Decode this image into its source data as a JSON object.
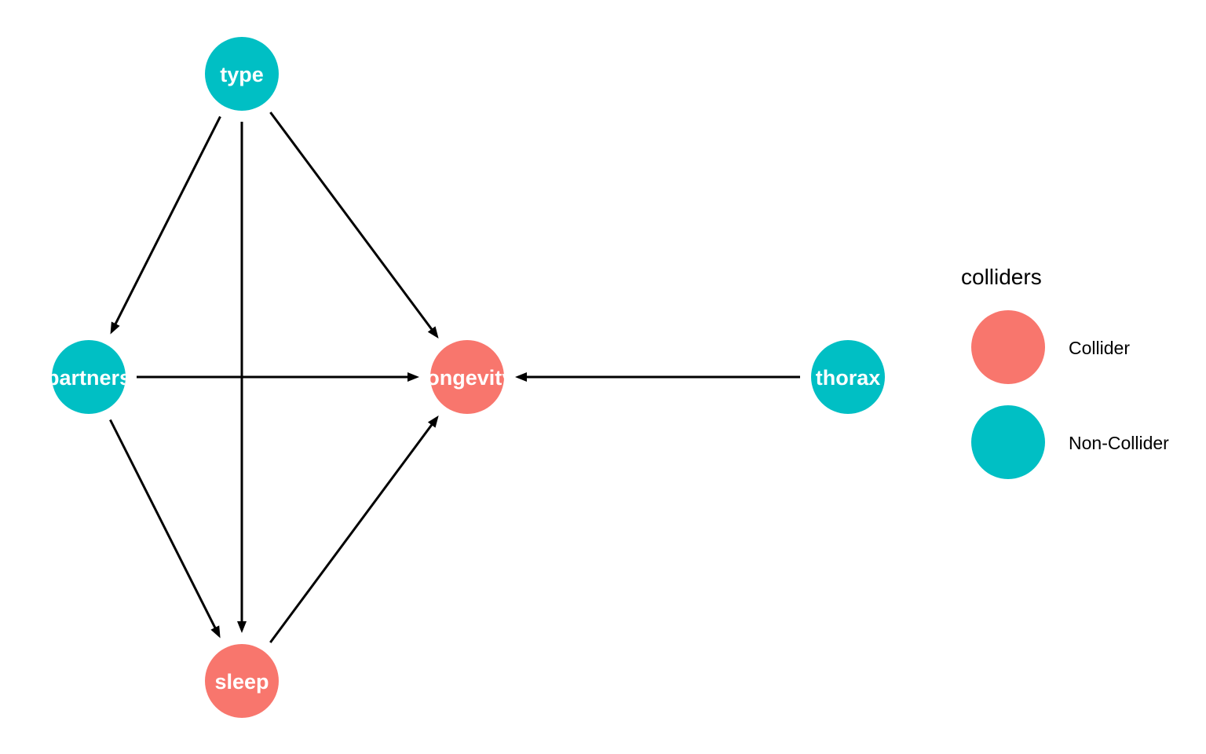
{
  "nodes": [
    {
      "id": "type",
      "label": "type",
      "status": "Non-Collider"
    },
    {
      "id": "partners",
      "label": "partners",
      "status": "Non-Collider"
    },
    {
      "id": "longevity",
      "label": "longevity",
      "status": "Collider"
    },
    {
      "id": "thorax",
      "label": "thorax",
      "status": "Non-Collider"
    },
    {
      "id": "sleep",
      "label": "sleep",
      "status": "Collider"
    }
  ],
  "edges": [
    {
      "from": "type",
      "to": "partners"
    },
    {
      "from": "type",
      "to": "sleep"
    },
    {
      "from": "type",
      "to": "longevity"
    },
    {
      "from": "partners",
      "to": "longevity"
    },
    {
      "from": "partners",
      "to": "sleep"
    },
    {
      "from": "sleep",
      "to": "longevity"
    },
    {
      "from": "thorax",
      "to": "longevity"
    }
  ],
  "legend": {
    "title": "colliders",
    "items": [
      {
        "label": "Collider",
        "color": "#F8766D"
      },
      {
        "label": "Non-Collider",
        "color": "#00BFC4"
      }
    ]
  },
  "colors": {
    "collider": "#F8766D",
    "non_collider": "#00BFC4",
    "edge": "#000000",
    "node_text": "#ffffff"
  }
}
